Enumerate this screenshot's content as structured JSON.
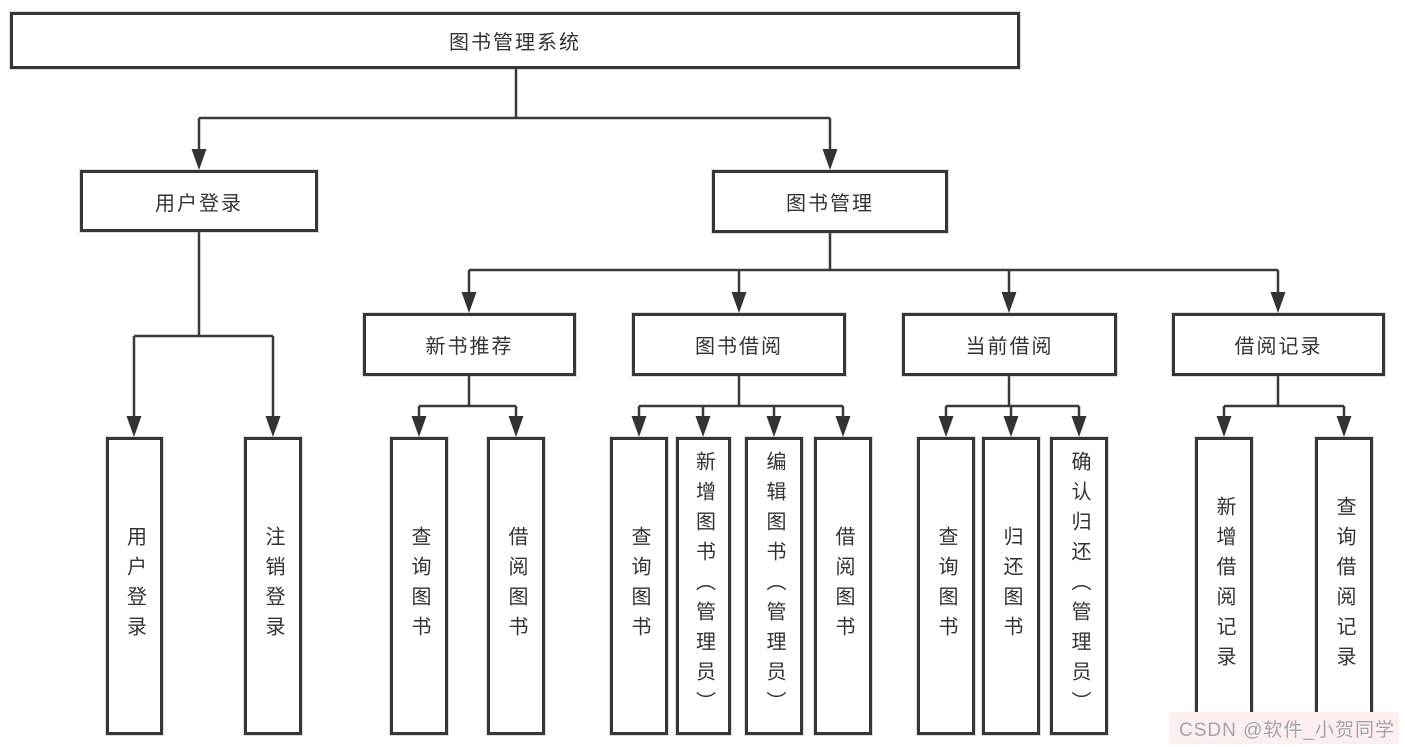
{
  "nodes": {
    "root": "图书管理系统",
    "user_login": "用户登录",
    "book_mgmt": "图书管理",
    "new_book_rec": "新书推荐",
    "book_borrow": "图书借阅",
    "current_borrow": "当前借阅",
    "borrow_record": "借阅记录",
    "ul_login": "用户登录",
    "ul_logout": "注销登录",
    "nbr_query": "查询图书",
    "nbr_borrow": "借阅图书",
    "bb_query": "查询图书",
    "bb_add": "新增图书（管理员）",
    "bb_edit": "编辑图书（管理员）",
    "bb_borrow": "借阅图书",
    "cb_query": "查询图书",
    "cb_return": "归还图书",
    "cb_confirm": "确认归还（管理员）",
    "br_add": "新增借阅记录",
    "br_query": "查询借阅记录"
  },
  "hierarchy": {
    "图书管理系统": {
      "用户登录": [
        "用户登录",
        "注销登录"
      ],
      "图书管理": {
        "新书推荐": [
          "查询图书",
          "借阅图书"
        ],
        "图书借阅": [
          "查询图书",
          "新增图书（管理员）",
          "编辑图书（管理员）",
          "借阅图书"
        ],
        "当前借阅": [
          "查询图书",
          "归还图书",
          "确认归还（管理员）"
        ],
        "借阅记录": [
          "新增借阅记录",
          "查询借阅记录"
        ]
      }
    }
  },
  "watermark": "CSDN @软件_小贺同学",
  "colors": {
    "line": "#3a3a3a",
    "box_border": "#363636",
    "box_fill": "#ffffff",
    "text": "#333333",
    "watermark_text": "#a3a3a3",
    "watermark_bg": "#fdeef0"
  }
}
